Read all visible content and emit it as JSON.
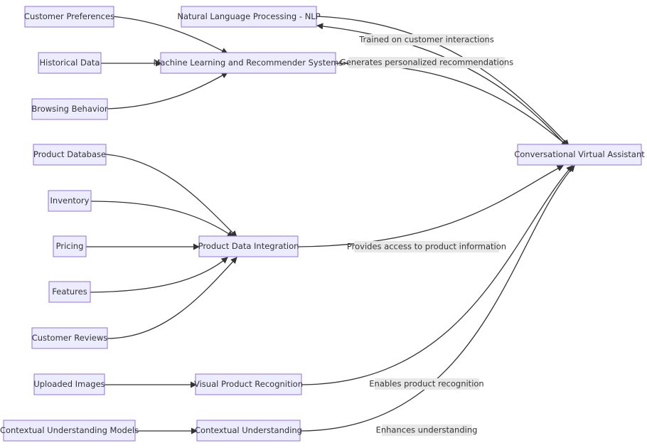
{
  "nodes": {
    "customer_preferences": "Customer Preferences",
    "historical_data": "Historical Data",
    "browsing_behavior": "Browsing Behavior",
    "nlp": "Natural Language Processing - NLP",
    "ml_recommender": "Machine Learning and Recommender Systems",
    "product_database": "Product Database",
    "inventory": "Inventory",
    "pricing": "Pricing",
    "features": "Features",
    "customer_reviews": "Customer Reviews",
    "product_data_integration": "Product Data Integration",
    "uploaded_images": "Uploaded Images",
    "visual_product_recognition": "Visual Product Recognition",
    "contextual_models": "Contextual Understanding Models",
    "contextual_understanding": "Contextual Understanding",
    "assistant": "Conversational Virtual Assistant"
  },
  "edge_labels": {
    "trained": "Trained on customer interactions",
    "generates": "Generates personalized recommendations",
    "provides": "Provides access to product information",
    "enables": "Enables product recognition",
    "enhances": "Enhances understanding"
  },
  "colors": {
    "node_fill": "#ECECFF",
    "node_stroke": "#9370DB",
    "edge": "#333333",
    "label_bg": "#e8e8e8"
  }
}
